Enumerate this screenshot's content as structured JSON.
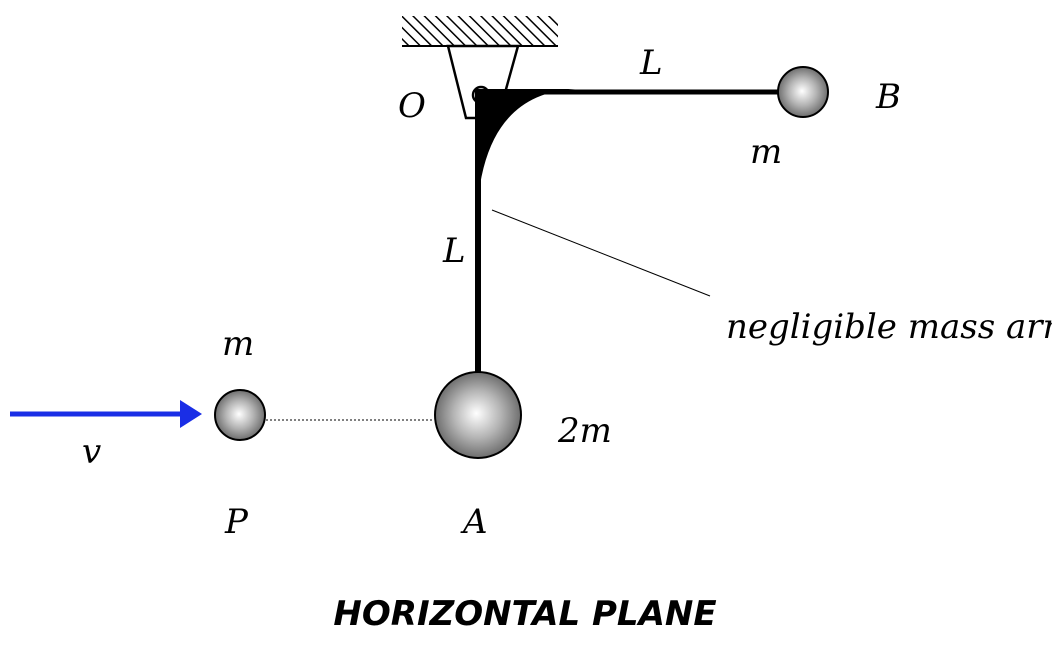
{
  "diagram": {
    "labels": {
      "pivot": "O",
      "ball_b": "B",
      "ball_a": "A",
      "ball_p": "P",
      "length_top": "L",
      "length_vertical": "L",
      "mass_b": "m",
      "mass_a": "2m",
      "mass_p": "m",
      "velocity": "v",
      "arm_note": "negligible mass arm"
    },
    "caption": "HORIZONTAL PLANE",
    "colors": {
      "arrow": "#1a2ee6",
      "ink": "#000000",
      "ball_highlight": "#ffffff",
      "ball_shade": "#6e6e6e"
    }
  }
}
